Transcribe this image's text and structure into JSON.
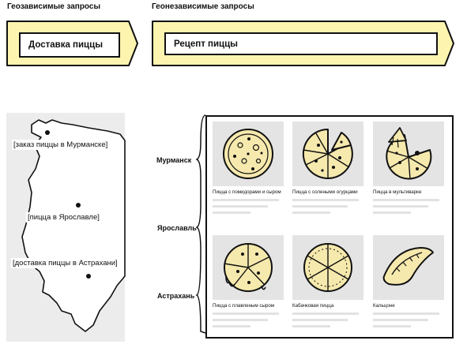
{
  "headings": {
    "geo_dependent": "Геозависимые запросы",
    "geo_independent": "Геонезависимые запросы"
  },
  "queries": {
    "geo_dependent": "Доставка пиццы",
    "geo_independent": "Рецепт пиццы"
  },
  "map": {
    "labels": [
      "[заказ пиццы в Мурманске]",
      "[пицца в Ярославле]",
      "[доставка пиццы в Астрахани]"
    ]
  },
  "cities": [
    "Мурманск",
    "Ярославль",
    "Астрахань"
  ],
  "results": [
    {
      "title": "Пицца с помидорами и сыром",
      "icon": "whole-pizza-icon"
    },
    {
      "title": "Пицца с солеными огурцами",
      "icon": "sliced-pizza-icon"
    },
    {
      "title": "Пицца в мультиварке",
      "icon": "pizza-slice-lifted-icon"
    },
    {
      "title": "Пицца с плавленым сыром",
      "icon": "melted-cheese-pizza-icon"
    },
    {
      "title": "Кабачковая пицца",
      "icon": "zucchini-pizza-icon"
    },
    {
      "title": "Кальцоне",
      "icon": "calzone-icon"
    }
  ],
  "colors": {
    "banner_fill": "#fdf4b0",
    "pizza_fill": "#f6e9ad",
    "outline": "#111111",
    "map_fill": "#ececec",
    "card_bg": "#e4e4e4"
  }
}
